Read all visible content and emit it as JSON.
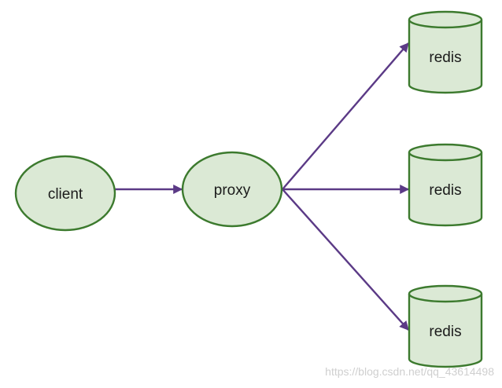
{
  "diagram": {
    "nodes": {
      "client": {
        "label": "client"
      },
      "proxy": {
        "label": "proxy"
      },
      "redis_top": {
        "label": "redis"
      },
      "redis_middle": {
        "label": "redis"
      },
      "redis_bottom": {
        "label": "redis"
      }
    },
    "edges": [
      {
        "from": "client",
        "to": "proxy"
      },
      {
        "from": "proxy",
        "to": "redis_top"
      },
      {
        "from": "proxy",
        "to": "redis_middle"
      },
      {
        "from": "proxy",
        "to": "redis_bottom"
      }
    ],
    "colors": {
      "node_fill": "#dbe9d5",
      "node_stroke": "#3c7a2e",
      "edge": "#5b3a86"
    }
  },
  "watermark": {
    "text": "https://blog.csdn.net/qq_43614498"
  }
}
